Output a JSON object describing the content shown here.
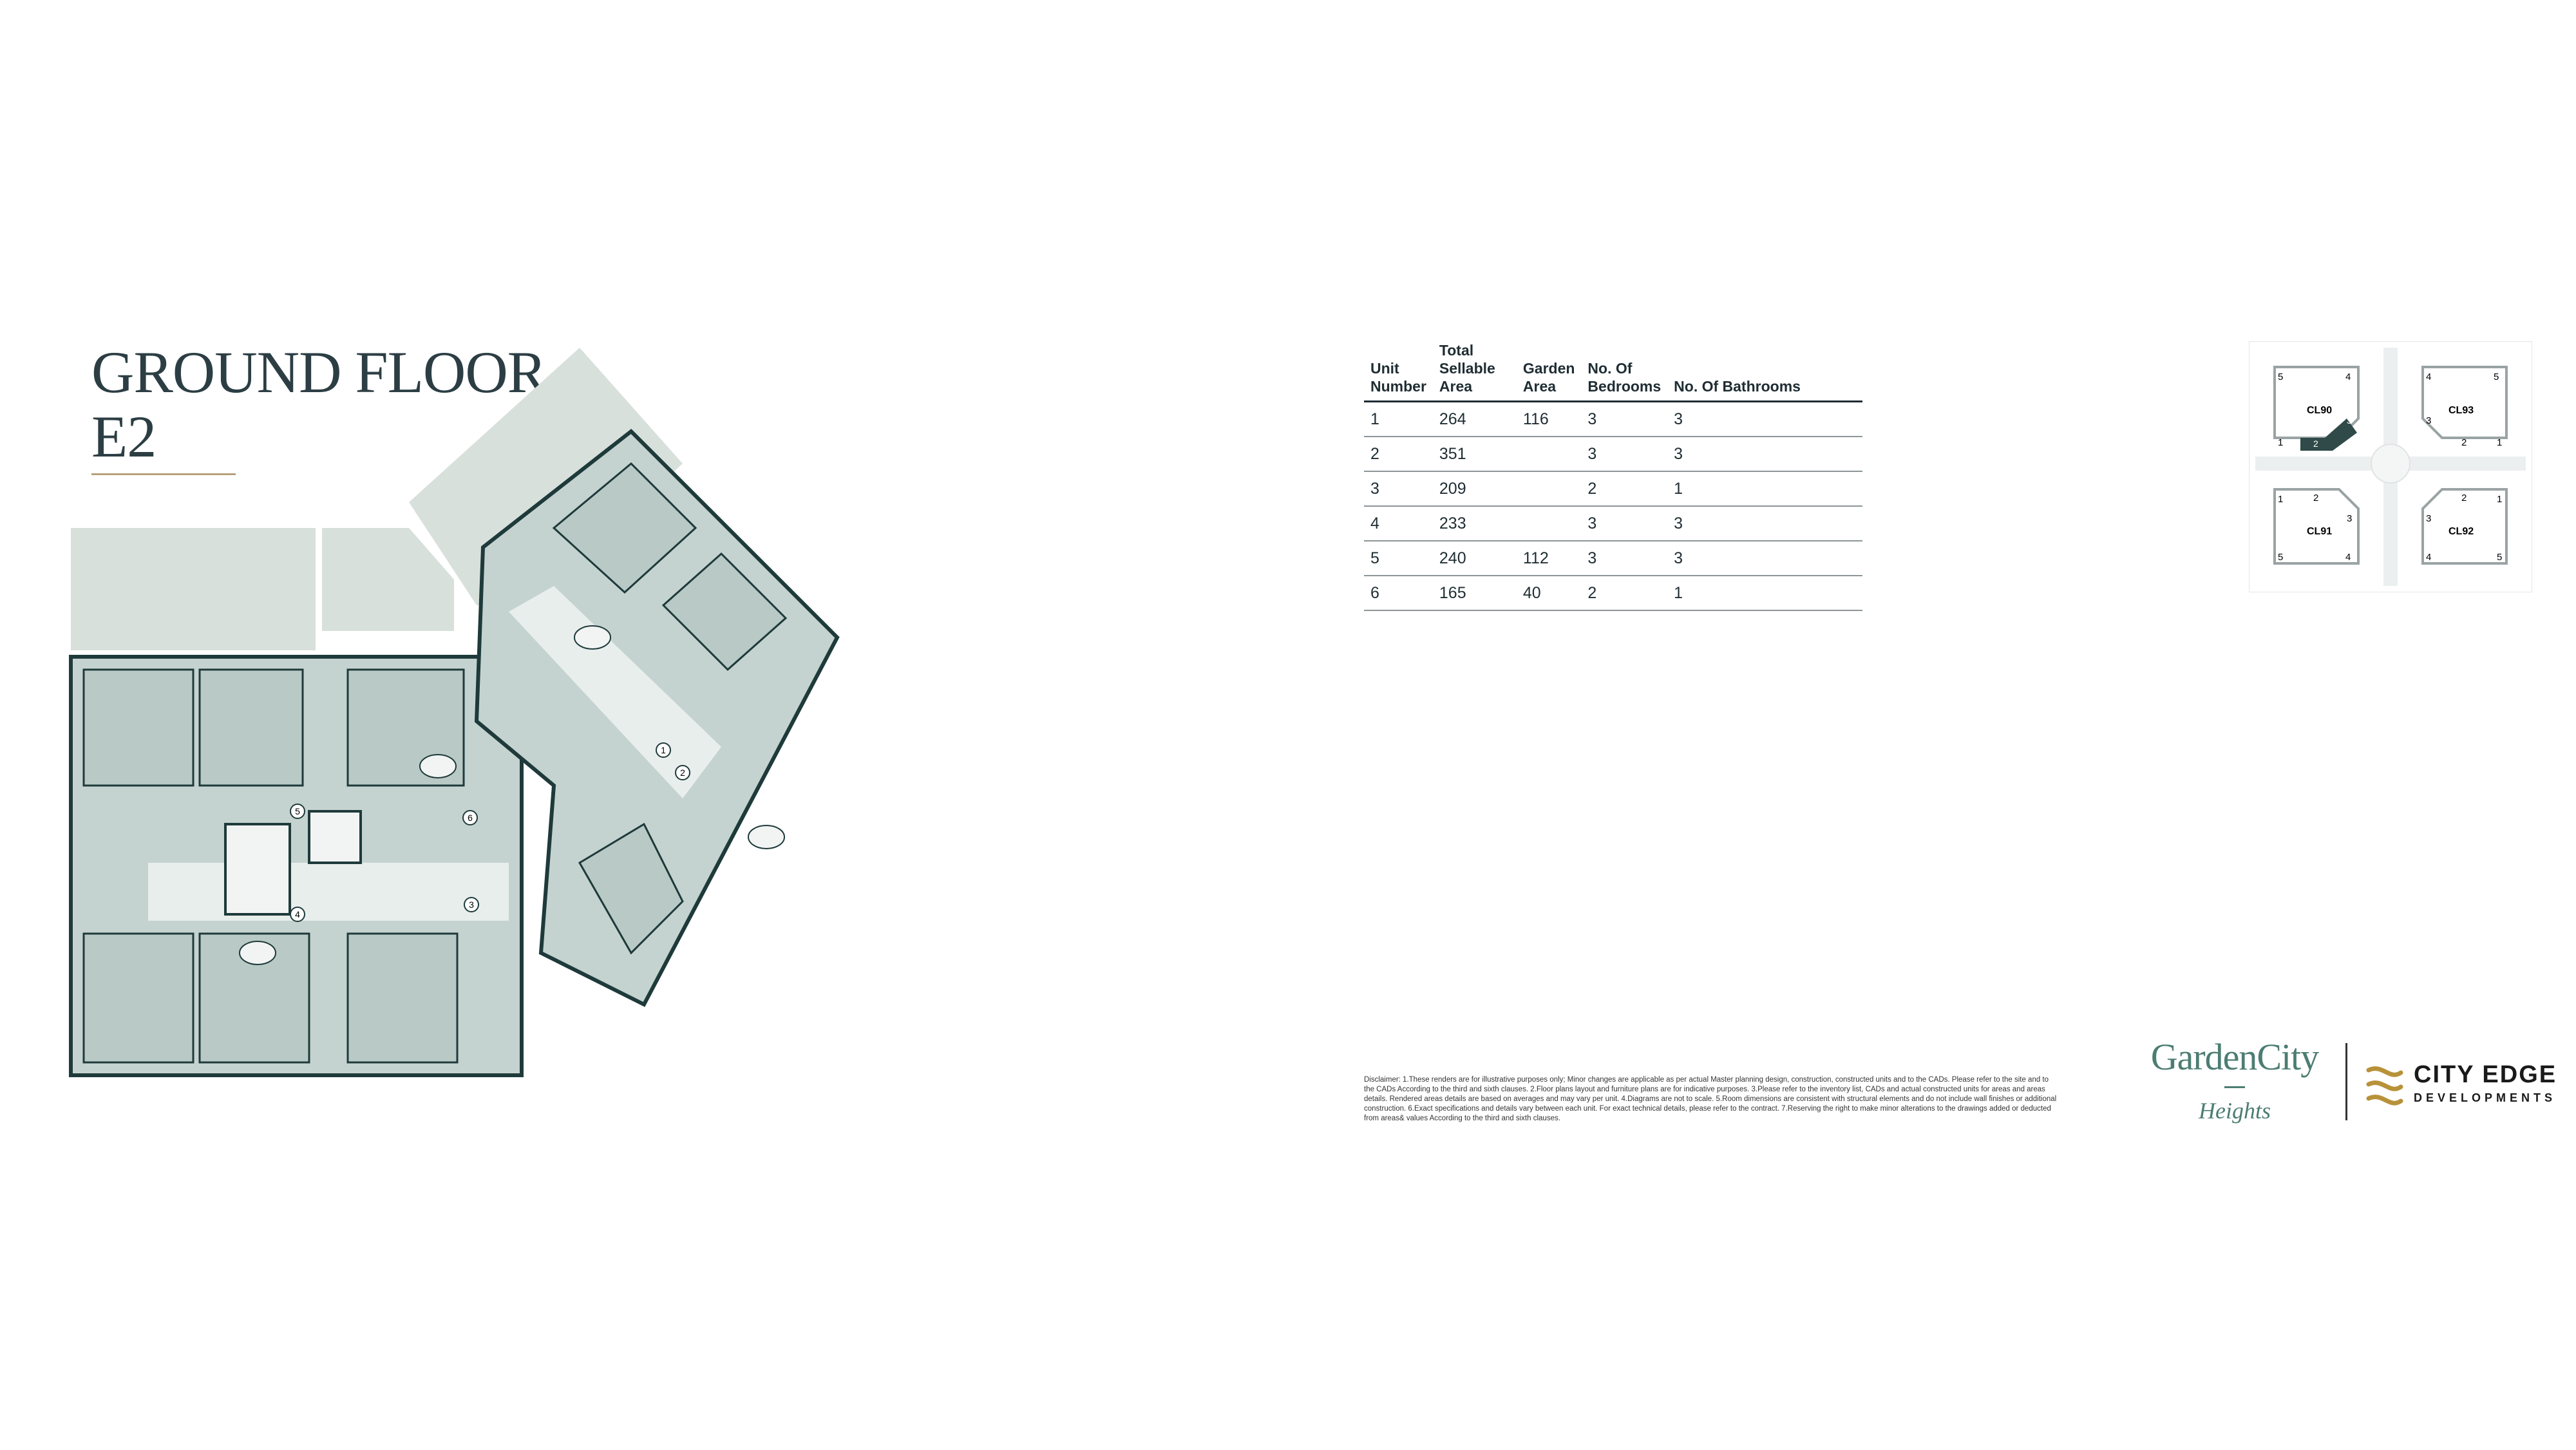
{
  "title": {
    "line1": "GROUND FLOOR",
    "line2": "E2"
  },
  "unit_table": {
    "headers": [
      "Unit Number",
      "Total Sellable Area",
      "Garden Area",
      "No. Of Bedrooms",
      "No. Of Bathrooms"
    ],
    "rows": [
      {
        "unit": "1",
        "total": "264",
        "garden": "116",
        "bedrooms": "3",
        "bathrooms": "3"
      },
      {
        "unit": "2",
        "total": "351",
        "garden": "",
        "bedrooms": "3",
        "bathrooms": "3"
      },
      {
        "unit": "3",
        "total": "209",
        "garden": "",
        "bedrooms": "2",
        "bathrooms": "1"
      },
      {
        "unit": "4",
        "total": "233",
        "garden": "",
        "bedrooms": "3",
        "bathrooms": "3"
      },
      {
        "unit": "5",
        "total": "240",
        "garden": "112",
        "bedrooms": "3",
        "bathrooms": "3"
      },
      {
        "unit": "6",
        "total": "165",
        "garden": "40",
        "bedrooms": "2",
        "bathrooms": "1"
      }
    ]
  },
  "key_plan": {
    "buildings": [
      {
        "name": "CL90",
        "numbers": [
          "5",
          "4",
          "3",
          "1",
          "2"
        ]
      },
      {
        "name": "CL93",
        "numbers": [
          "4",
          "5",
          "3",
          "2",
          "1"
        ]
      },
      {
        "name": "CL91",
        "numbers": [
          "1",
          "2",
          "3",
          "5",
          "4"
        ]
      },
      {
        "name": "CL92",
        "numbers": [
          "2",
          "1",
          "3",
          "4",
          "5"
        ]
      }
    ]
  },
  "floor_plan": {
    "unit_markers": [
      "1",
      "2",
      "3",
      "4",
      "5",
      "6"
    ]
  },
  "disclaimer": "Disclaimer: 1.These renders are for illustrative purposes only; Minor changes are applicable as per actual Master planning design, construction, constructed units and to the CADs. Please refer to the site and to the CADs According to the third and sixth clauses. 2.Floor plans layout and furniture plans are for indicative purposes. 3.Please refer to the inventory list, CADs and actual constructed units for areas and areas details. Rendered areas details are based on averages and may vary per unit. 4.Diagrams are not to scale. 5.Room dimensions are consistent with structural elements and do not include wall finishes or additional construction. 6.Exact specifications and details vary between each unit. For exact technical details, please refer to the contract. 7.Reserving the right to make minor alterations to the drawings added or deducted from areas& values According to the third and sixth clauses.",
  "logos": {
    "garden_city": {
      "name": "GardenCity",
      "sub": "Heights"
    },
    "city_edge": {
      "name": "CITY EDGE",
      "sub": "DEVELOPMENTS"
    }
  },
  "colors": {
    "title": "#2c3e44",
    "accent_rule": "#b8a27a",
    "room_fill": "#c5d3d0",
    "garden_fill": "#d8e0dc",
    "wall": "#1e3a3a",
    "brand_green": "#4c7d72",
    "brand_gold": "#b8923a"
  }
}
